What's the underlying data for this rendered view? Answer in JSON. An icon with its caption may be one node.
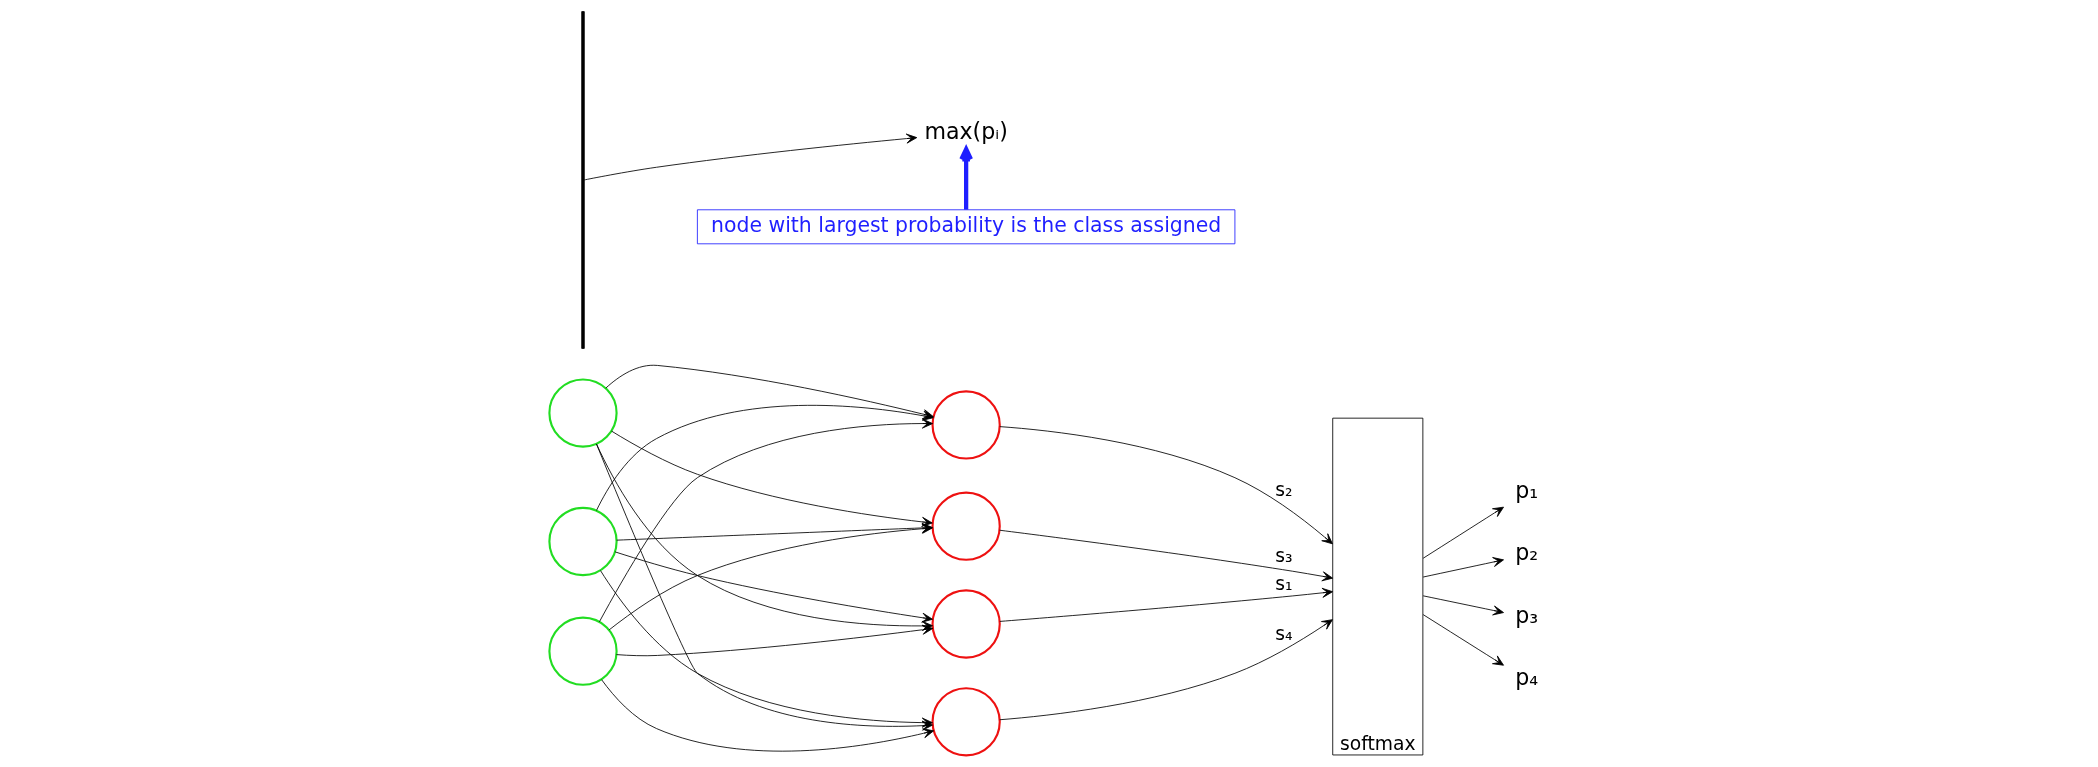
{
  "diagram": {
    "nodes": [
      {
        "text": [],
        "shape": "circle"
      },
      {
        "text": [],
        "shape": "circle"
      },
      {
        "text": [],
        "shape": "circle"
      },
      {
        "text": [],
        "shape": "circle"
      },
      {
        "text": [],
        "shape": "circle"
      },
      {
        "text": [],
        "shape": "circle"
      },
      {
        "text": [],
        "shape": "circle"
      },
      {
        "text": [
          "softmax"
        ]
      },
      {
        "text": [
          "p₁"
        ]
      },
      {
        "text": [
          "p₂"
        ]
      },
      {
        "text": [
          "p₃"
        ]
      },
      {
        "text": [
          "p₄"
        ]
      },
      {
        "text": [],
        "shape": "bracket"
      },
      {
        "text": [
          "max(pᵢ)"
        ]
      },
      {
        "text": [
          "node with largest probability is the class assigned"
        ]
      }
    ],
    "edges": [
      {
        "from": 0,
        "to": 3,
        "arrow": "to"
      },
      {
        "from": 0,
        "to": 4,
        "arrow": "to"
      },
      {
        "from": 0,
        "to": 5,
        "arrow": "to"
      },
      {
        "from": 0,
        "to": 6,
        "arrow": "to"
      },
      {
        "from": 1,
        "to": 3,
        "arrow": "to"
      },
      {
        "from": 1,
        "to": 4,
        "arrow": "to"
      },
      {
        "from": 1,
        "to": 5,
        "arrow": "to"
      },
      {
        "from": 1,
        "to": 6,
        "arrow": "to"
      },
      {
        "from": 2,
        "to": 3,
        "arrow": "to"
      },
      {
        "from": 2,
        "to": 4,
        "arrow": "to"
      },
      {
        "from": 2,
        "to": 5,
        "arrow": "to"
      },
      {
        "from": 2,
        "to": 6,
        "arrow": "to"
      },
      {
        "from": 3,
        "to": 7,
        "arrow": "to",
        "label": "s₁"
      },
      {
        "from": 4,
        "to": 7,
        "arrow": "to",
        "label": "s₂"
      },
      {
        "from": 5,
        "to": 7,
        "arrow": "to",
        "label": "s₃"
      },
      {
        "from": 6,
        "to": 7,
        "arrow": "to",
        "label": "s₄"
      },
      {
        "from": 7,
        "to": 8,
        "arrow": "to"
      },
      {
        "from": 7,
        "to": 9,
        "arrow": "to"
      },
      {
        "from": 7,
        "to": 10,
        "arrow": "to"
      },
      {
        "from": 7,
        "to": 11,
        "arrow": "to"
      },
      {
        "from": 12,
        "to": 13,
        "arrow": "to"
      },
      {
        "from": 14,
        "to": 13,
        "arrow": "to",
        "style": "thick",
        "color": "#1f1fff"
      }
    ]
  }
}
